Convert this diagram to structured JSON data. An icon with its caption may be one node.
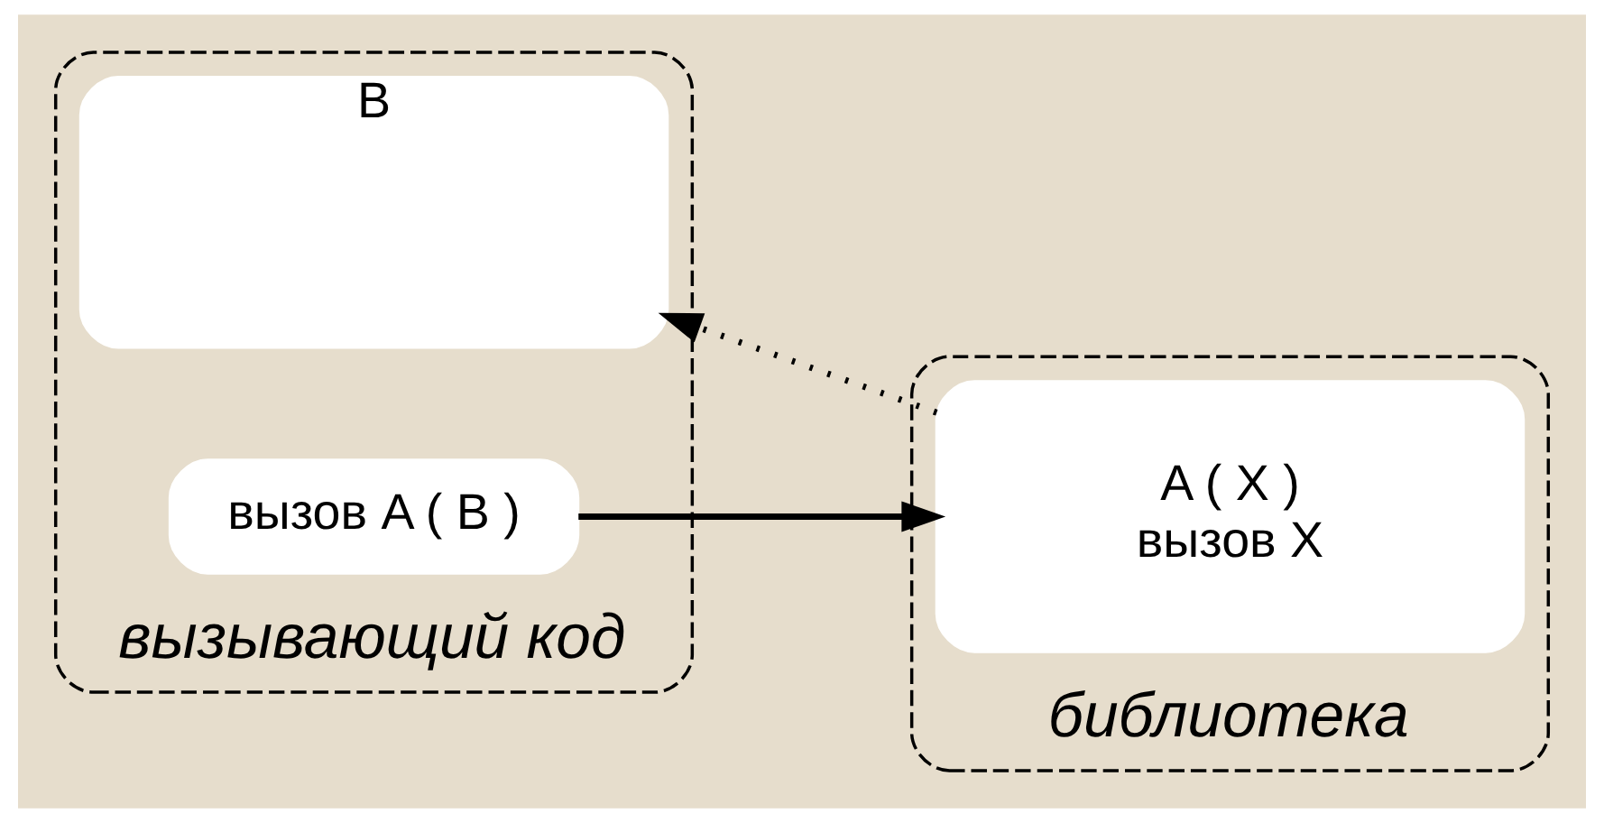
{
  "diagram": {
    "nodes": [
      {
        "text": [
          "вызывающий код"
        ]
      },
      {
        "text": [
          "B"
        ],
        "in": 0
      },
      {
        "text": [
          "вызов A ( B )"
        ],
        "in": 0
      },
      {
        "text": [
          "библиотека"
        ]
      },
      {
        "text": [
          "A ( X )",
          "вызов X"
        ],
        "in": 3
      }
    ],
    "edges": [
      {
        "from": 2,
        "to": 4,
        "arrow": "to"
      },
      {
        "from": 4,
        "to": 1,
        "arrow": "to",
        "style": "dashed"
      }
    ]
  }
}
